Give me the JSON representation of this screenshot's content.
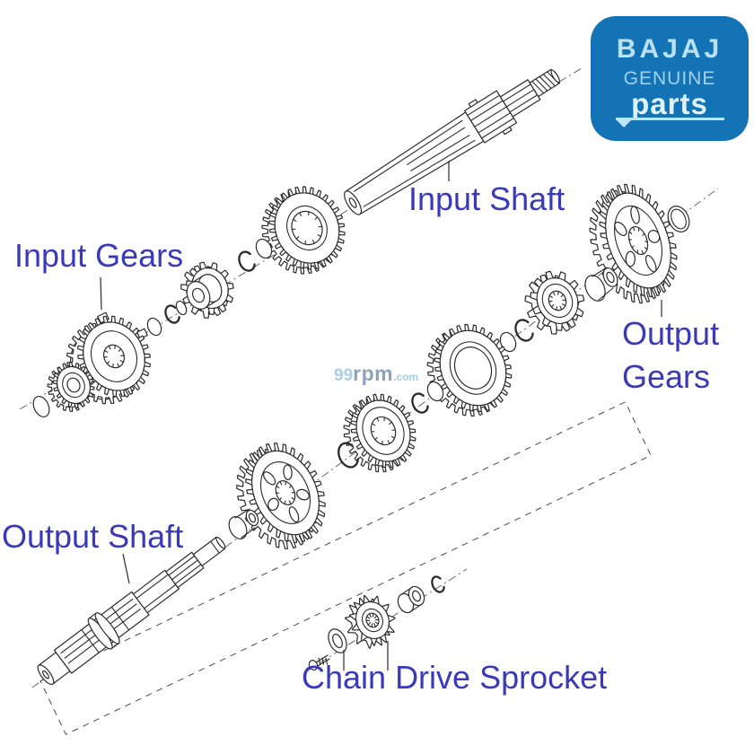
{
  "page": {
    "background": "#ffffff"
  },
  "annotations": {
    "color": "#3a3ab8",
    "input_shaft": "Input Shaft",
    "input_gears": "Input Gears",
    "output_gears_line1": "Output",
    "output_gears_line2": "Gears",
    "output_shaft": "Output Shaft",
    "chain_drive_sprocket": "Chain Drive Sprocket"
  },
  "watermark": {
    "num": "99",
    "name": "rpm",
    "tld": ".com",
    "num_color": "#a9cfe8",
    "name_color": "#8fa2b8",
    "tld_color": "#a5cbe4"
  },
  "logo": {
    "brand": "BAJAJ",
    "line2": "GENUINE",
    "line3": "parts",
    "bg_color": "#1373b4",
    "brand_color": "#b9e2f4",
    "genuine_color": "#9ed3ee",
    "parts_color": "#ddf2fb",
    "underline_color": "#bfe6f6"
  },
  "diagram": {
    "drawing_type": "exploded-view",
    "parts": [
      "input shaft",
      "input gears",
      "snap rings",
      "washers",
      "output gears",
      "output shaft",
      "spacer bush",
      "chain drive sprocket",
      "sprocket lock plate",
      "sprocket bolt"
    ]
  }
}
